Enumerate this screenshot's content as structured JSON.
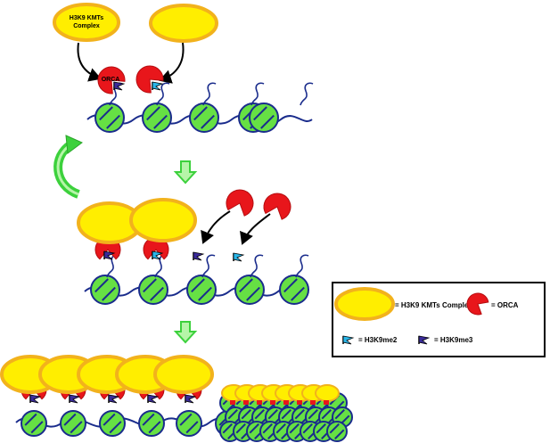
{
  "top_complex_label_line1": "H3K9 KMTs",
  "top_complex_label_line2": "Complex",
  "orca_label": "ORCA",
  "legend": {
    "kmt_complex": "= H3K9 KMTs Complex",
    "orca": "= ORCA",
    "me2": "= H3K9me2",
    "me3": "= H3K9me3"
  },
  "colors": {
    "complex_fill": "#ffee00",
    "complex_stroke": "#f2b21c",
    "orca_fill": "#e8161b",
    "nucleosome_fill": "#66e044",
    "dna": "#1a2c8c",
    "me2_flag": "#29b6e8",
    "me3_flag": "#3a2b9a",
    "green_arrow": "#3cd13c"
  }
}
